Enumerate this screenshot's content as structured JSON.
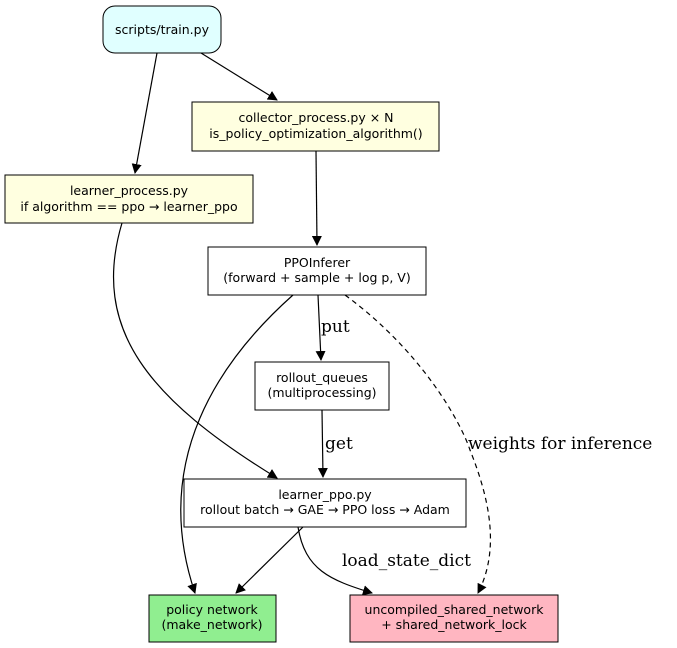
{
  "nodes": {
    "train": {
      "lines": [
        "scripts/train.py"
      ],
      "fill": "#e0ffff"
    },
    "collector": {
      "lines": [
        "collector_process.py × N",
        "is_policy_optimization_algorithm()"
      ],
      "fill": "#ffffe0"
    },
    "learner_process": {
      "lines": [
        "learner_process.py",
        "if algorithm == ppo → learner_ppo"
      ],
      "fill": "#ffffe0"
    },
    "ppoinferer": {
      "lines": [
        "PPOInferer",
        "(forward + sample + log p, V)"
      ],
      "fill": "#ffffff"
    },
    "rollout_queues": {
      "lines": [
        "rollout_queues",
        "(multiprocessing)"
      ],
      "fill": "#ffffff"
    },
    "learner_ppo": {
      "lines": [
        "learner_ppo.py",
        "rollout batch → GAE → PPO loss → Adam"
      ],
      "fill": "#ffffff"
    },
    "policy_network": {
      "lines": [
        "policy network",
        "(make_network)"
      ],
      "fill": "#90ee90"
    },
    "shared_network": {
      "lines": [
        "uncompiled_shared_network",
        "+ shared_network_lock"
      ],
      "fill": "#ffb6c1"
    }
  },
  "edge_labels": {
    "put": "put",
    "get": "get",
    "weights": "weights for inference",
    "load_state_dict": "load_state_dict"
  }
}
